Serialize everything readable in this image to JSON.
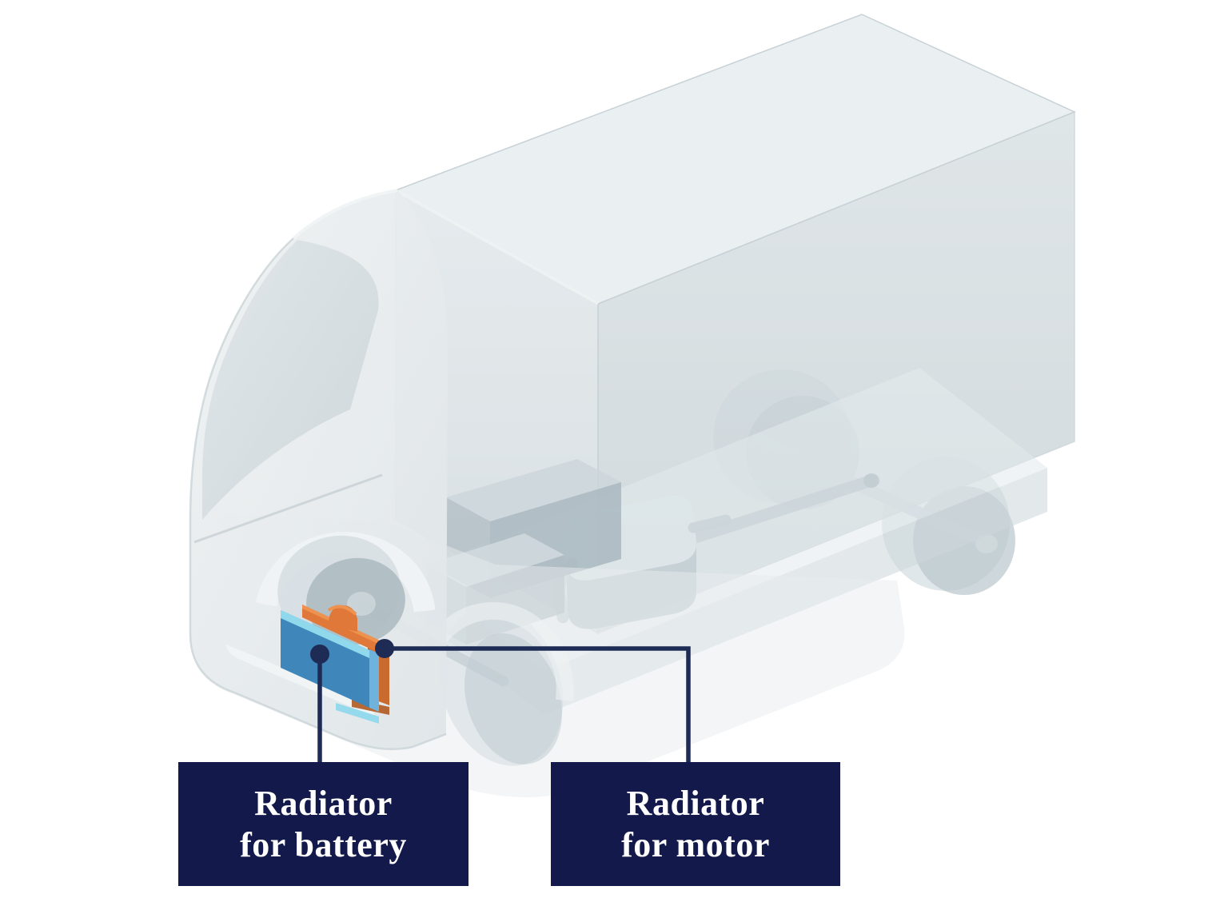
{
  "illustration": {
    "name": "electric-truck-cooling-system-cutaway",
    "subject": "semi-transparent isometric truck with highlighted radiators",
    "body_color": "#e7ebed",
    "edge_color": "#c6d0d5"
  },
  "callouts": {
    "battery": {
      "line1": "Radiator",
      "line2": "for battery",
      "highlight_color": "#3f86bb",
      "accent_color": "#90d9ec"
    },
    "motor": {
      "line1": "Radiator",
      "line2": "for motor",
      "highlight_color": "#df7839",
      "accent_color": "#ee9250"
    },
    "label_box_color": "#131a4b",
    "label_text_color": "#ffffff",
    "line_color": "#1d2b55"
  },
  "background_color": "#ffffff"
}
